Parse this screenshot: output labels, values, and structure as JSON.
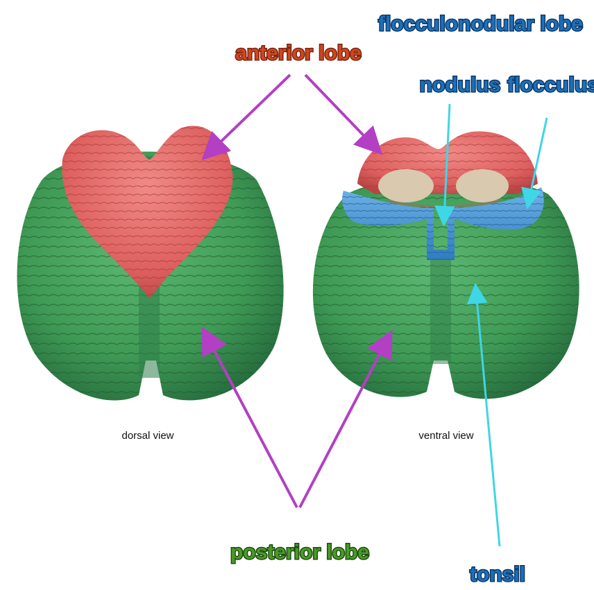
{
  "colors": {
    "anterior": "#e06a68",
    "posterior": "#3f9a55",
    "flocculonodular": "#3f8fd0",
    "arrow_purple": "#b33fc4",
    "arrow_cyan": "#3fd6e6",
    "label_red": "#d0461f",
    "label_green": "#4a9a2a",
    "label_blue": "#1f6fb8"
  },
  "labels": {
    "anterior_lobe": "anterior lobe",
    "posterior_lobe": "posterior lobe",
    "flocculonodular_lobe": "flocculonodular lobe",
    "nodulus": "nodulus",
    "flocculus": "flocculus",
    "tonsil": "tonsil",
    "dorsal_view": "dorsal view",
    "ventral_view": "ventral view"
  }
}
